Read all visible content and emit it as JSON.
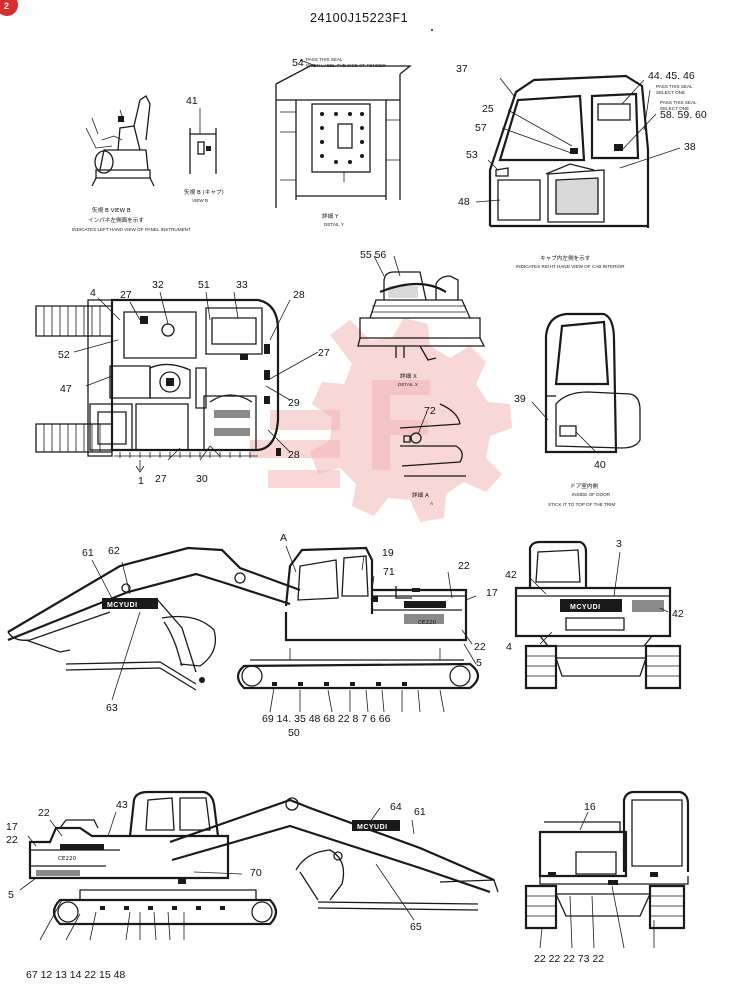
{
  "drawing_number": "24100J15223F1",
  "corner_badge": "2",
  "captions": {
    "view_b_line1": "矢視 B VIEW B",
    "view_b_line2": "インパネ左側面を示す",
    "view_b_line3": "INDICATES LEFT HAND VIEW OF PANEL INSTRUMENT",
    "view_b_small": "矢視 B (キャブ)",
    "view_b_small2": "VIEW B",
    "detail_y_line1": "詳細 Y",
    "detail_y_line2": "DETAIL Y",
    "note_54_line1": "PASS THIS SEAL",
    "note_54_line2": "WHEN LABEL THE SIDE OF FENDER",
    "cab_interior_line1": "キャブ内左側を示す",
    "cab_interior_line2": "INDICATES RIGHT HAND VIEW OF CAB INTERIOR",
    "detail_x_line1": "詳細 X",
    "detail_x_line2": "DETAIL X",
    "detail_a_line1": "詳細 A",
    "detail_a_line2": "A",
    "door_line1": "ドア室内側",
    "door_line2": "INSIDE OF DOOR",
    "door_line3": "STICK IT TO TOP OF THE TRIM",
    "note_44_line1": "PASS THIS SEAL",
    "note_44_line2": "SELECT ONE",
    "note_58_line1": "PASS THIS SEAL",
    "note_58_line2": "SELECT ONE"
  },
  "brand_text": "MCYUDI",
  "model_text": "CE220",
  "callouts": {
    "c41": "41",
    "c54": "54",
    "c37": "37",
    "c25": "25",
    "c57": "57",
    "c53": "53",
    "c48a": "48",
    "c44": "44. 45. 46",
    "c58": "58. 59. 60",
    "c38": "38",
    "c4a": "4",
    "c27a": "27",
    "c32": "32",
    "c51": "51",
    "c33": "33",
    "c28a": "28",
    "c52": "52",
    "c47": "47",
    "c27b": "27",
    "c29": "29",
    "c28b": "28",
    "c27c": "27",
    "c30": "30",
    "c1": "1",
    "c55": "55 56",
    "c72": "72",
    "c39": "39",
    "c40": "40",
    "c61a": "61",
    "c62": "62",
    "c19": "19",
    "c71": "71",
    "c22a": "22",
    "c17a": "17",
    "c22b": "22",
    "c5a": "5",
    "c63": "63",
    "c3": "3",
    "c42a": "42",
    "c42b": "42",
    "c4b": "4",
    "cA": "A",
    "row1": "69   14. 35  48  68  22  8     7      6     66",
    "c50": "50",
    "c22c": "22",
    "c43": "43",
    "c17b": "17",
    "c22d": "22",
    "c70": "70",
    "c5b": "5",
    "c64": "64",
    "c61b": "61",
    "c65": "65",
    "c16": "16",
    "row2": "67  12  13         14 22 15 48",
    "row3": "22        22  22    73    22"
  }
}
